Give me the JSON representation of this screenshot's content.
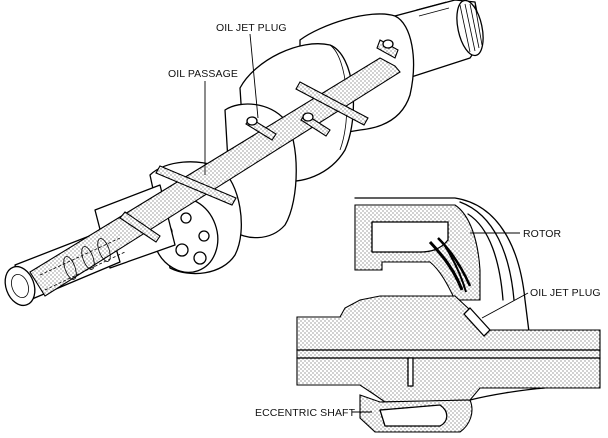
{
  "labels": {
    "oil_jet_plug_top": "OIL JET PLUG",
    "oil_passage": "OIL PASSAGE",
    "rotor": "ROTOR",
    "oil_jet_plug_right": "OIL JET PLUG",
    "eccentric_shaft": "ECCENTRIC SHAFT"
  }
}
